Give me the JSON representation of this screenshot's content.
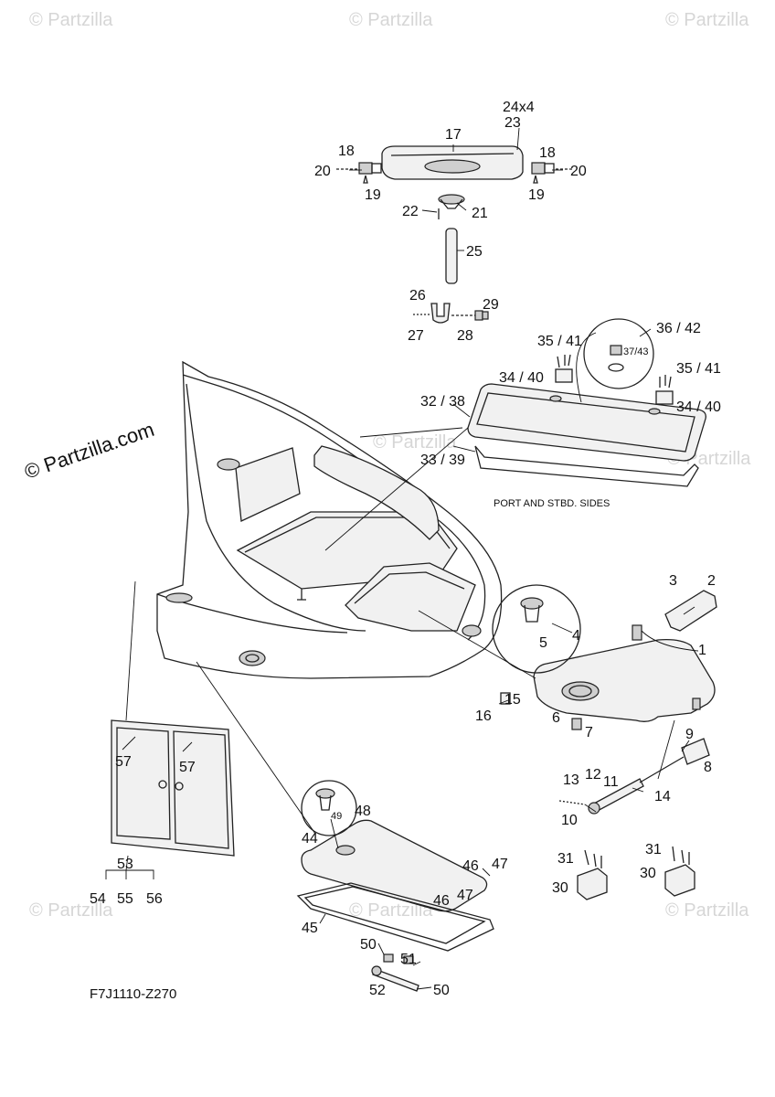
{
  "watermark": "© Partzilla",
  "copyright": "© Partzilla.com",
  "figure_ref": "F7J1110-Z270",
  "note": "PORT AND STBD. SIDES",
  "labels": {
    "l24x4": "24x4",
    "l23": "23",
    "l17": "17",
    "l18a": "18",
    "l20a": "20",
    "l19a": "19",
    "l18b": "18",
    "l20b": "20",
    "l19b": "19",
    "l22": "22",
    "l21": "21",
    "l25": "25",
    "l26": "26",
    "l27": "27",
    "l28": "28",
    "l29": "29",
    "l36_42": "36 / 42",
    "l37_43": "37/43",
    "l35_41a": "35 / 41",
    "l34_40a": "34 / 40",
    "l35_41b": "35 / 41",
    "l34_40b": "34 / 40",
    "l32_38": "32 / 38",
    "l33_39": "33 / 39",
    "l3": "3",
    "l2": "2",
    "l4": "4",
    "l5": "5",
    "l1": "1",
    "l15": "15",
    "l16": "16",
    "l6": "6",
    "l7": "7",
    "l9": "9",
    "l8": "8",
    "l13": "13",
    "l12": "12",
    "l11": "11",
    "l14": "14",
    "l10": "10",
    "l57a": "57",
    "l57b": "57",
    "l53": "53",
    "l54": "54",
    "l55": "55",
    "l56": "56",
    "l48": "48",
    "l49": "49",
    "l44": "44",
    "l46a": "46",
    "l47a": "47",
    "l46b": "46",
    "l47b": "47",
    "l45": "45",
    "l50a": "50",
    "l51": "51",
    "l52": "52",
    "l50b": "50",
    "l31a": "31",
    "l30a": "30",
    "l31b": "31",
    "l30b": "30"
  }
}
